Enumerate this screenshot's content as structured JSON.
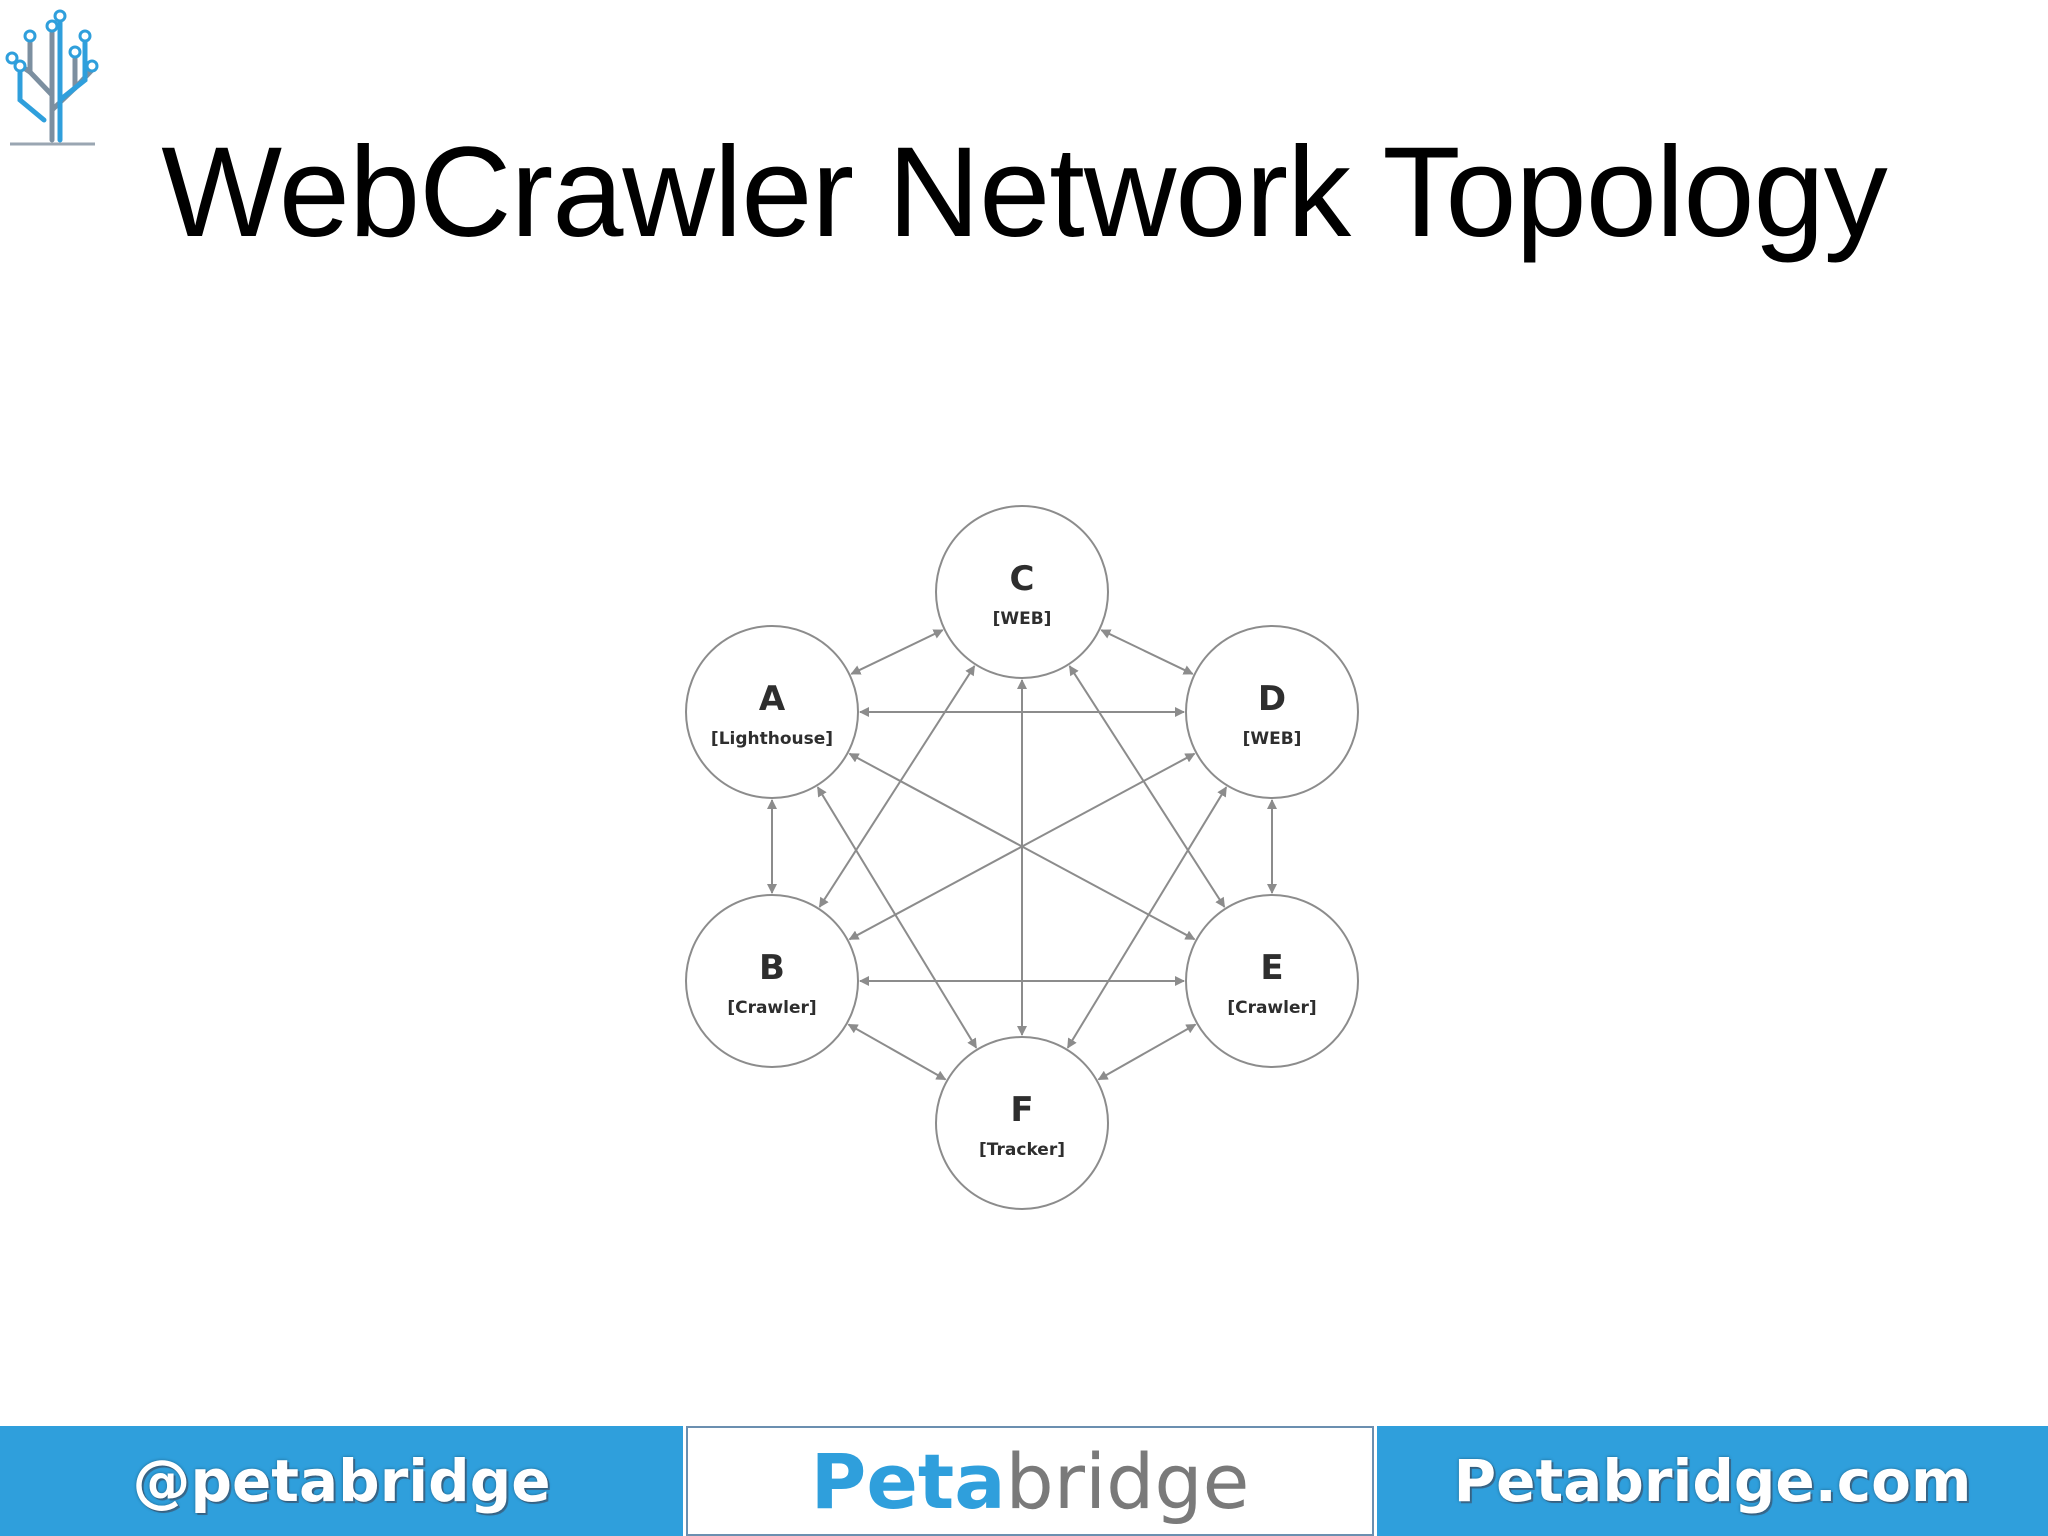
{
  "title": "WebCrawler Network Topology",
  "logo": {
    "icon": "circuit-tree-icon",
    "color": "#2f9fdc"
  },
  "diagram": {
    "nodes": [
      {
        "id": "A",
        "letter": "A",
        "role": "[Lighthouse]"
      },
      {
        "id": "B",
        "letter": "B",
        "role": "[Crawler]"
      },
      {
        "id": "C",
        "letter": "C",
        "role": "[WEB]"
      },
      {
        "id": "D",
        "letter": "D",
        "role": "[WEB]"
      },
      {
        "id": "E",
        "letter": "E",
        "role": "[Crawler]"
      },
      {
        "id": "F",
        "letter": "F",
        "role": "[Tracker]"
      }
    ],
    "edges": [
      [
        "A",
        "B"
      ],
      [
        "A",
        "C"
      ],
      [
        "A",
        "D"
      ],
      [
        "A",
        "E"
      ],
      [
        "A",
        "F"
      ],
      [
        "B",
        "C"
      ],
      [
        "B",
        "D"
      ],
      [
        "B",
        "E"
      ],
      [
        "B",
        "F"
      ],
      [
        "C",
        "D"
      ],
      [
        "C",
        "E"
      ],
      [
        "C",
        "F"
      ],
      [
        "D",
        "E"
      ],
      [
        "D",
        "F"
      ],
      [
        "E",
        "F"
      ]
    ],
    "edge_style": "bidirectional-arrows",
    "edge_color": "#8c8c8c"
  },
  "footer": {
    "left_text": "@petabridge",
    "brand_part1": "Peta",
    "brand_part2": "bridge",
    "right_text": "Petabridge.com",
    "accent_color": "#2f9fdc"
  }
}
